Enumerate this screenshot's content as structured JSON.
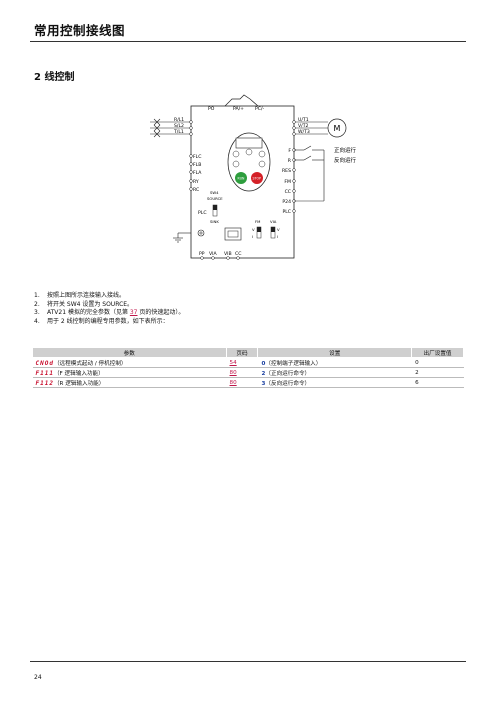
{
  "header": {
    "title": "常用控制接线图"
  },
  "section": {
    "title": "2 线控制"
  },
  "diagram": {
    "top_terminals": [
      "PO",
      "PA/+",
      "PC/-"
    ],
    "input_terminals": [
      "R/L1",
      "S/L2",
      "T/L1"
    ],
    "output_terminals": [
      "U/T1",
      "V/T2",
      "W/T3"
    ],
    "motor": "M",
    "left_terminals": [
      "FLC",
      "FLB",
      "FLA",
      "RY",
      "RC"
    ],
    "right_terminals": [
      "F",
      "R",
      "RES",
      "FM",
      "CC",
      "P24",
      "PLC"
    ],
    "sw4": "SW4",
    "source": "SOURCE",
    "plc": "PLC",
    "sink": "SINK",
    "fm": "FM",
    "via": "VIA",
    "v": "V",
    "i": "I",
    "bottom_terminals": [
      "PP",
      "VIA",
      "VIB",
      "CC"
    ],
    "run": "RUN",
    "stop": "STOP",
    "forward": "正向运行",
    "reverse": "反向运行"
  },
  "steps": [
    {
      "num": "1.",
      "text": "按照上图所示连接输入接线。"
    },
    {
      "num": "2.",
      "text": "将开关 SW4 设置为 SOURCE。"
    },
    {
      "num": "3.",
      "pre": "ATV21 模拟的完全参数（见第 ",
      "link": "37",
      "post": " 页的快速起动）。"
    },
    {
      "num": "4.",
      "text": "用于 2 线控制的编程专用参数，如下表所示："
    }
  ],
  "table": {
    "headers": [
      "参数",
      "页码",
      "设置",
      "出厂设置值"
    ],
    "rows": [
      {
        "code": "CNOd",
        "desc": "（远程模式起动 / 停机控制）",
        "page": "54",
        "val": "0",
        "setting": "（控制端子逻辑输入）",
        "default": "0"
      },
      {
        "code": "F111",
        "desc": "（F 逻辑输入功能）",
        "page": "80",
        "val": "2",
        "setting": "（正向运行命令）",
        "default": "2"
      },
      {
        "code": "F112",
        "desc": "（R 逻辑输入功能）",
        "page": "80",
        "val": "3",
        "setting": "（反向运行命令）",
        "default": "6"
      }
    ]
  },
  "footer": {
    "page": "24"
  }
}
